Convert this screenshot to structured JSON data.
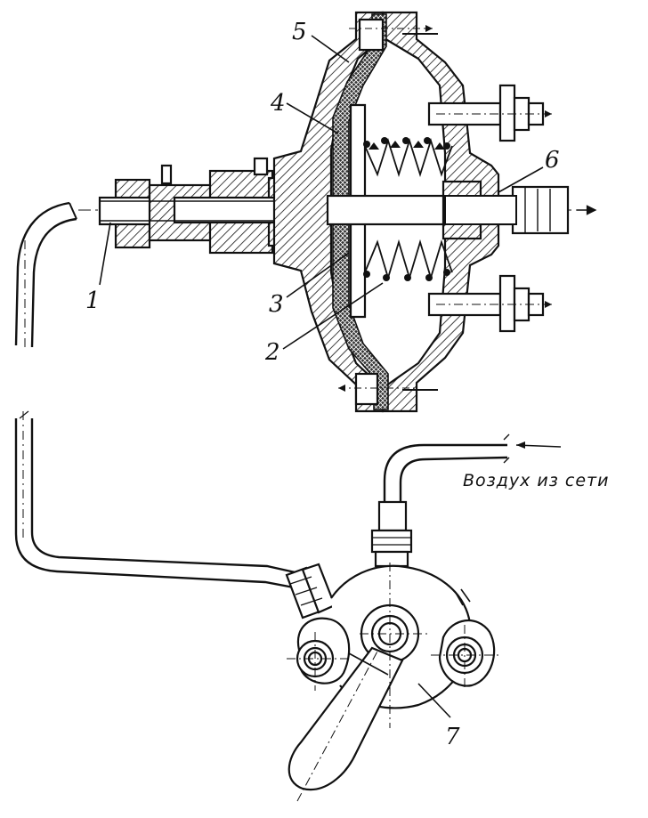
{
  "diagram": {
    "labels": {
      "l1": "1",
      "l2": "2",
      "l3": "3",
      "l4": "4",
      "l5": "5",
      "l6": "6",
      "l7": "7"
    },
    "air_caption": "Воздух из сети"
  },
  "colors": {
    "ink": "#111111",
    "paper": "#ffffff"
  }
}
